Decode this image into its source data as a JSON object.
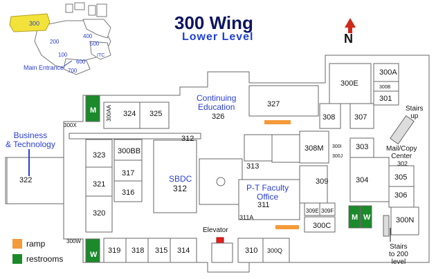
{
  "header": {
    "title": "300 Wing",
    "subtitle": "Lower Level",
    "north_label": "N"
  },
  "colors": {
    "ramp": "#f59a3a",
    "restroom": "#1a8a2a",
    "wing_300_highlight": "#f3e23a",
    "label_blue": "#2a3fd0",
    "title_navy": "#0d1560"
  },
  "inset_map": {
    "labels": [
      "300",
      "400",
      "200",
      "500",
      "ITC",
      "100",
      "600",
      "700"
    ],
    "entrance_label": "Main Entrance"
  },
  "area_labels": {
    "business_technology": [
      "Business",
      "& Technology"
    ],
    "continuing_education": [
      "Continuing",
      "Education"
    ],
    "sbdc": "SBDC",
    "pt_faculty_office": [
      "P-T Faculty",
      "Office"
    ],
    "mail_copy_center": [
      "Mail/Copy",
      "Center"
    ],
    "stairs_up": [
      "Stairs",
      "up"
    ],
    "stairs_to_200": [
      "Stairs",
      "to 200",
      "level"
    ],
    "elevator": "Elevator"
  },
  "rooms": [
    "300A",
    "300B",
    "301",
    "300E",
    "327",
    "308",
    "307",
    "303",
    "302",
    "305",
    "306",
    "300N",
    "300C",
    "309",
    "309E",
    "309F",
    "311",
    "311A",
    "310",
    "300Q",
    "314",
    "315",
    "318",
    "319",
    "320",
    "316",
    "317",
    "321",
    "322",
    "323",
    "300BB",
    "324",
    "325",
    "326",
    "300AA",
    "300X",
    "300W",
    "312",
    "313",
    "308M",
    "300I",
    "300J",
    "304"
  ],
  "legend": {
    "ramp": "ramp",
    "restrooms": "restrooms"
  },
  "restroom_marks": [
    "M",
    "W"
  ]
}
